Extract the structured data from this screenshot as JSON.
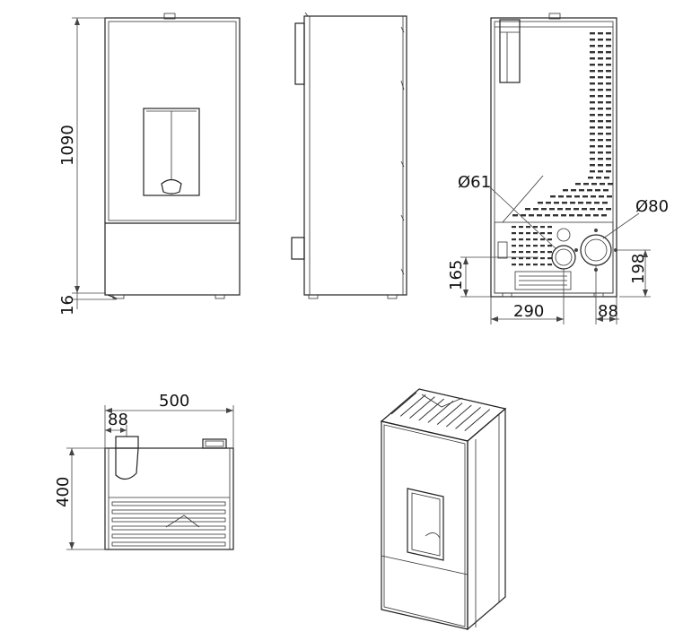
{
  "dimensions": {
    "front_height": "1090",
    "front_foot": "16",
    "rear_d61": "Ø61",
    "rear_d80": "Ø80",
    "rear_h165": "165",
    "rear_h198": "198",
    "rear_w290": "290",
    "rear_w88": "88",
    "top_width": "500",
    "top_depth": "400",
    "top_offset88": "88"
  },
  "colors": {
    "line": "#222222",
    "background": "#ffffff"
  }
}
